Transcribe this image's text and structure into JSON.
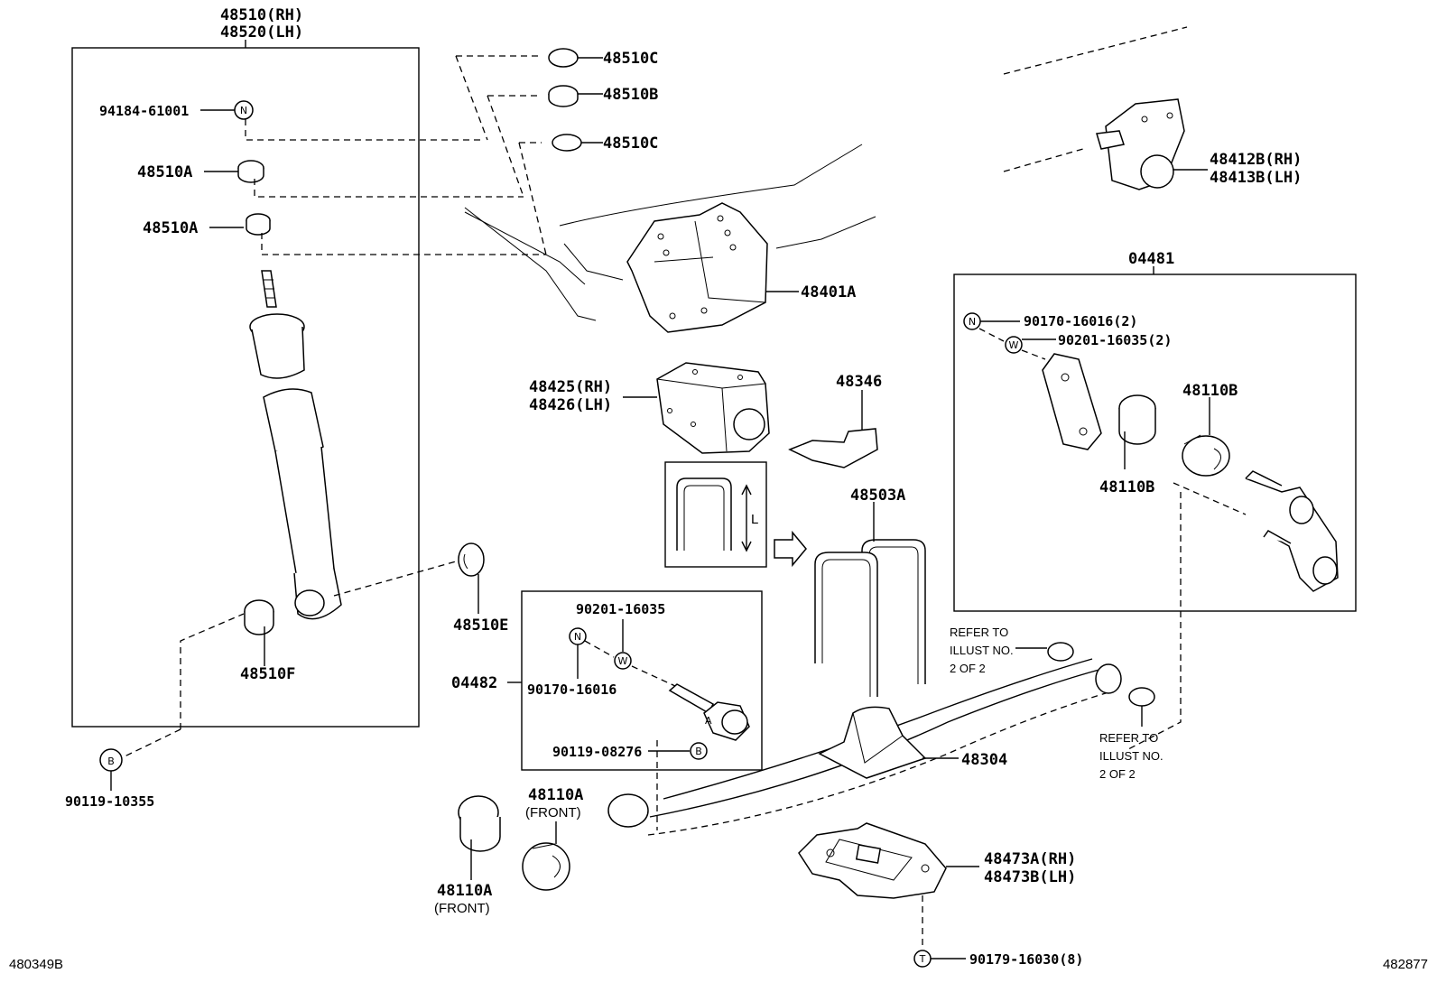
{
  "labels": {
    "l_48510_rh": "48510(RH)",
    "l_48520_lh": "48520(LH)",
    "l_94184": "94184-61001",
    "l_48510a_1": "48510A",
    "l_48510a_2": "48510A",
    "l_48510c_1": "48510C",
    "l_48510b": "48510B",
    "l_48510c_2": "48510C",
    "l_48412b": "48412B(RH)",
    "l_48413b": "48413B(LH)",
    "l_48401a": "48401A",
    "l_04481": "04481",
    "l_90170_16016_2": "90170-16016(2)",
    "l_90201_16035_2": "90201-16035(2)",
    "l_48110b_1": "48110B",
    "l_48110b_2": "48110B",
    "l_48425": "48425(RH)",
    "l_48426": "48426(LH)",
    "l_48346": "48346",
    "l_48503a": "48503A",
    "l_48510e": "48510E",
    "l_48510f": "48510F",
    "l_90201_16035": "90201-16035",
    "l_04482": "04482",
    "l_90170_16016": "90170-16016",
    "l_90119_08276": "90119-08276",
    "l_90119_10355": "90119-10355",
    "l_refer1_a": "REFER TO",
    "l_refer1_b": "ILLUST NO.",
    "l_refer1_c": "2 OF 2",
    "l_refer2_a": "REFER TO",
    "l_refer2_b": "ILLUST NO.",
    "l_refer2_c": "2 OF 2",
    "l_48304": "48304",
    "l_48110a_1": "48110A",
    "l_front_1": "(FRONT)",
    "l_48110a_2": "48110A",
    "l_front_2": "(FRONT)",
    "l_48473a": "48473A(RH)",
    "l_48473b": "48473B(LH)",
    "l_90179": "90179-16030(8)",
    "l_dim_L": "L",
    "l_id_left": "480349B",
    "l_id_right": "482877"
  },
  "symbols": {
    "nut": "N",
    "washer": "W",
    "bolt": "B",
    "stud": "T",
    "arrow_a": "A"
  }
}
